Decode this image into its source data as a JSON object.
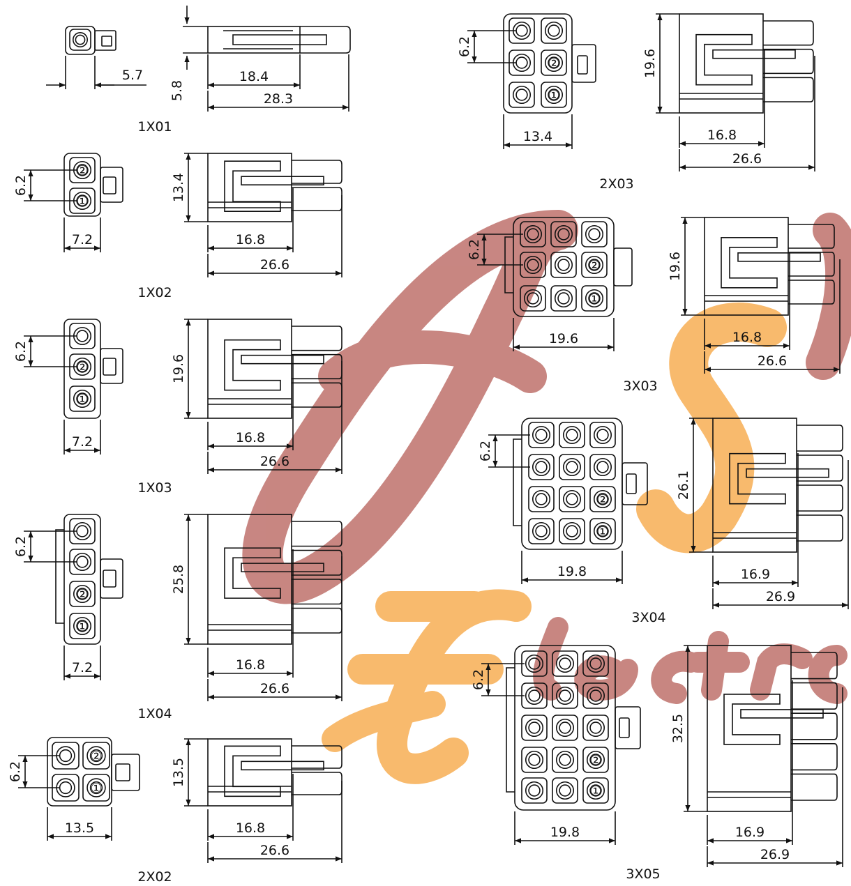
{
  "watermark": {
    "line1": "AS",
    "line2": "Electro",
    "colors": {
      "primary": "#c47d78",
      "secondary": "#f8b562"
    }
  },
  "connectors": [
    {
      "id": "1x01",
      "name": "1X01",
      "front_dims": {
        "width": "5.7"
      },
      "side_dims": {
        "height": "5.8",
        "mid": "18.4",
        "total": "28.3"
      }
    },
    {
      "id": "1x02",
      "name": "1X02",
      "front_dims": {
        "pitch": "6.2",
        "width": "7.2"
      },
      "side_dims": {
        "height": "13.4",
        "mid": "16.8",
        "total": "26.6"
      },
      "pin_labels": [
        "②",
        "①"
      ]
    },
    {
      "id": "1x03",
      "name": "1X03",
      "front_dims": {
        "pitch": "6.2",
        "width": "7.2"
      },
      "side_dims": {
        "height": "19.6",
        "mid": "16.8",
        "total": "26.6"
      },
      "pin_labels": [
        "②",
        "①"
      ]
    },
    {
      "id": "1x04",
      "name": "1X04",
      "front_dims": {
        "pitch": "6.2",
        "width": "7.2"
      },
      "side_dims": {
        "height": "25.8",
        "mid": "16.8",
        "total": "26.6"
      },
      "pin_labels": [
        "②",
        "①"
      ]
    },
    {
      "id": "2x02",
      "name": "2X02",
      "front_dims": {
        "pitch": "6.2",
        "width": "13.5"
      },
      "side_dims": {
        "height": "13.5",
        "mid": "16.8",
        "total": "26.6"
      },
      "pin_labels": [
        "②",
        "①"
      ]
    },
    {
      "id": "2x03",
      "name": "2X03",
      "front_dims": {
        "pitch": "6.2",
        "width": "13.4"
      },
      "side_dims": {
        "height": "19.6",
        "mid": "16.8",
        "total": "26.6"
      },
      "pin_labels": [
        "②",
        "①"
      ]
    },
    {
      "id": "3x03",
      "name": "3X03",
      "front_dims": {
        "pitch": "6.2",
        "width": "19.6"
      },
      "side_dims": {
        "height": "19.6",
        "mid": "16.8",
        "total": "26.6"
      },
      "pin_labels": [
        "②",
        "①"
      ]
    },
    {
      "id": "3x04",
      "name": "3X04",
      "front_dims": {
        "pitch": "6.2",
        "width": "19.8"
      },
      "side_dims": {
        "height": "26.1",
        "mid": "16.9",
        "total": "26.9"
      },
      "pin_labels": [
        "②",
        "①"
      ]
    },
    {
      "id": "3x05",
      "name": "3X05",
      "front_dims": {
        "pitch": "6.2",
        "width": "19.8"
      },
      "side_dims": {
        "height": "32.5",
        "mid": "16.9",
        "total": "26.9"
      },
      "pin_labels": [
        "②",
        "①"
      ]
    }
  ]
}
